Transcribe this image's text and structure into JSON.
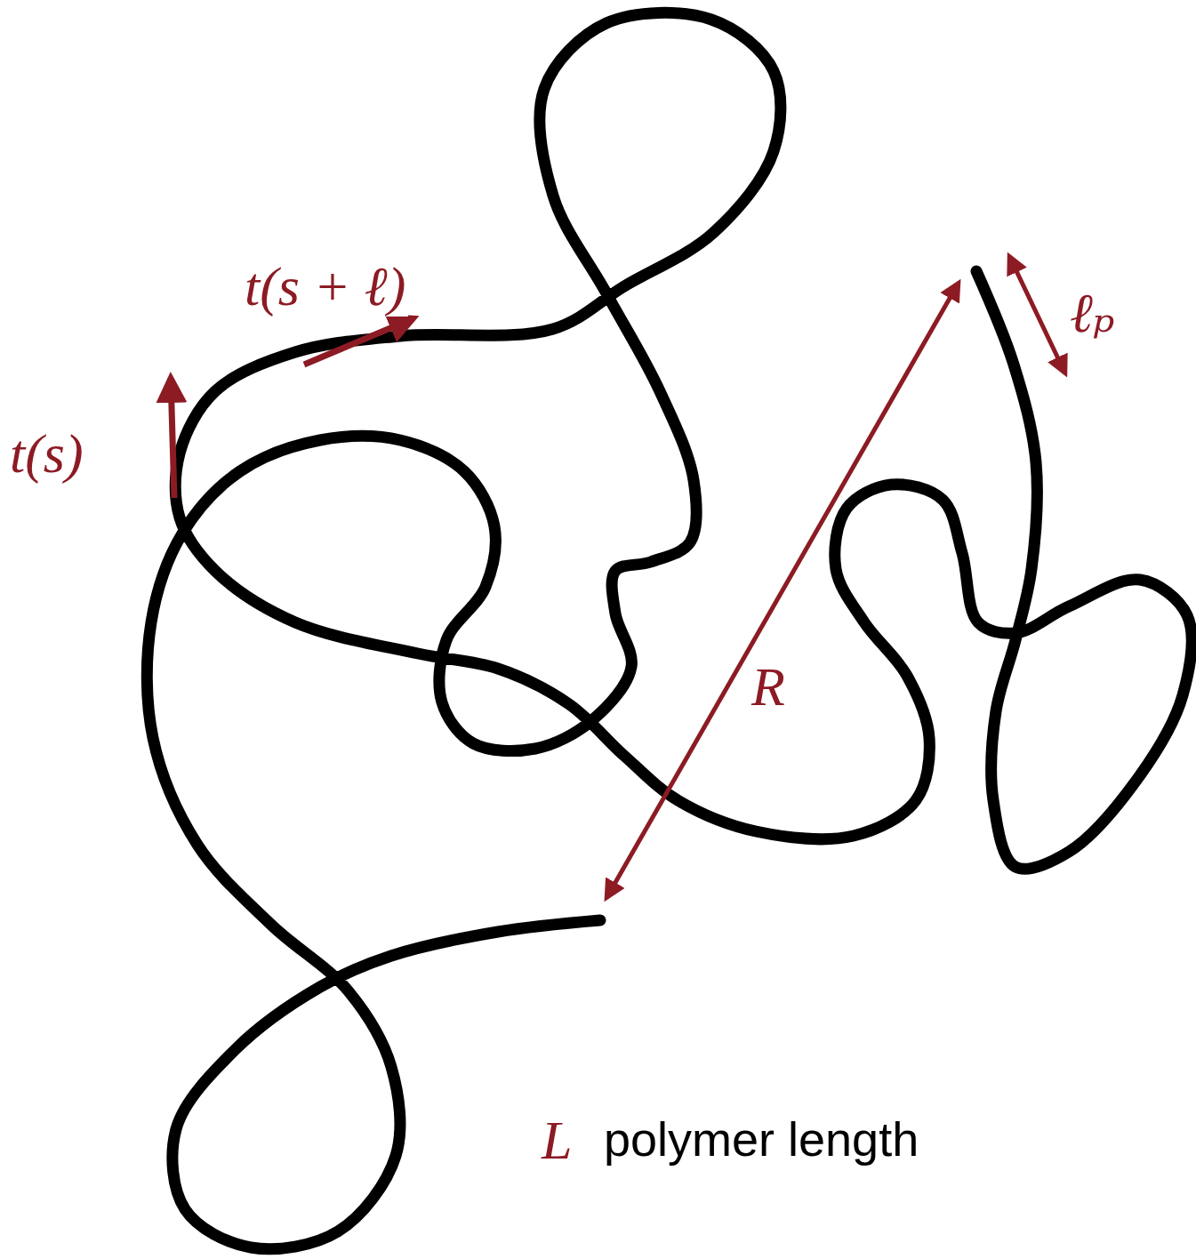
{
  "diagram": {
    "labels": [
      "t(s + ℓ)",
      "t(s)",
      "ℓₚ",
      "R",
      "L",
      "polymer length"
    ]
  }
}
